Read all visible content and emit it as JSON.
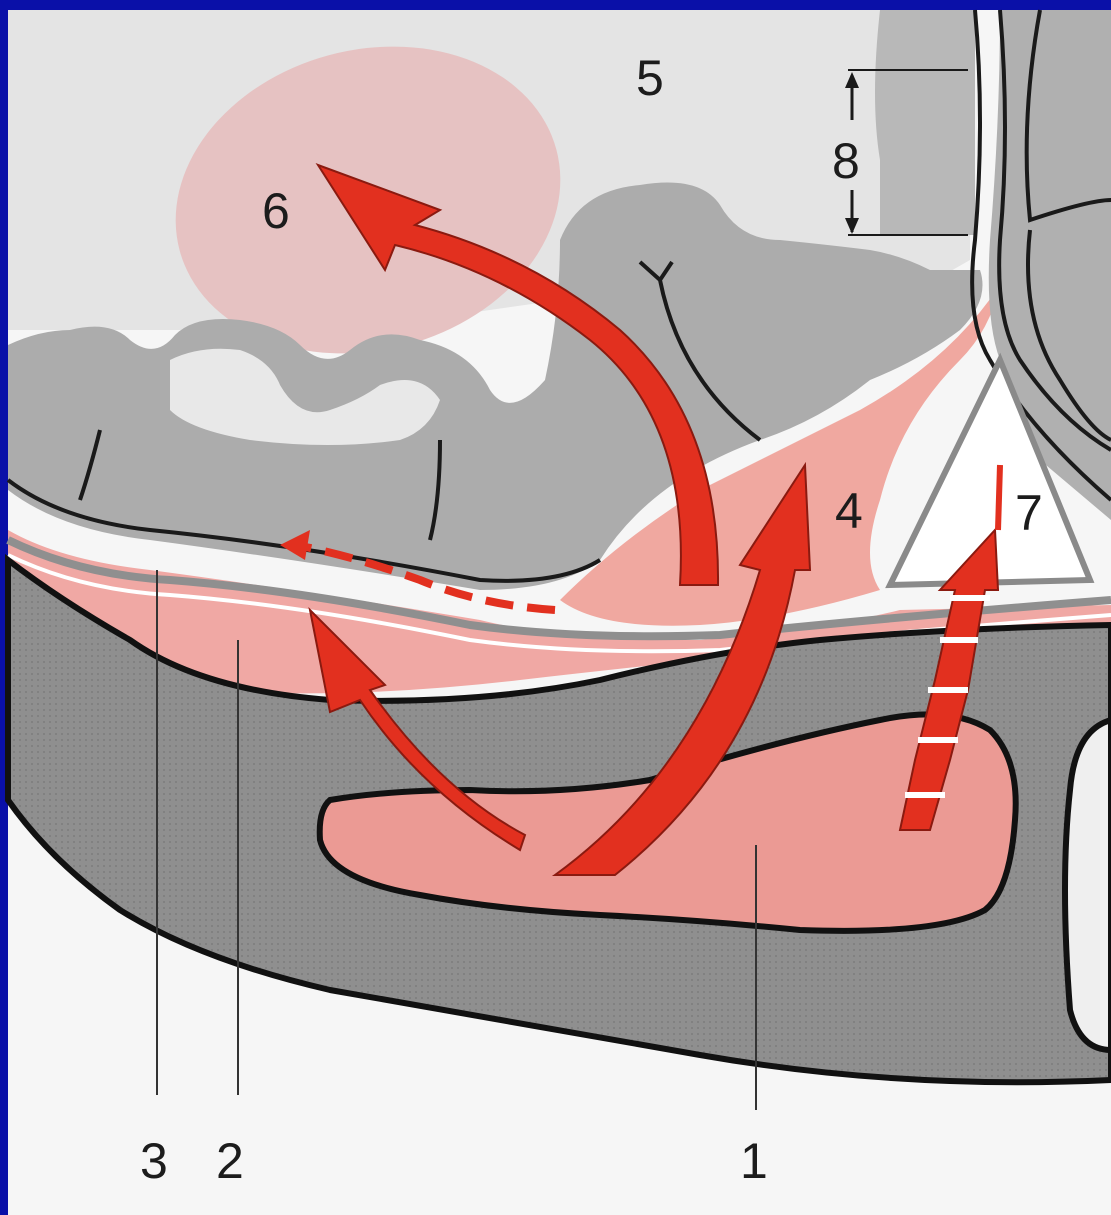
{
  "diagram": {
    "labels": {
      "l1": "1",
      "l2": "2",
      "l3": "3",
      "l4": "4",
      "l5": "5",
      "l6": "6",
      "l7": "7",
      "l8": "8"
    }
  },
  "colors": {
    "border": "#0a10a8",
    "page": "#f4f4f4",
    "mesentery": "#e3e3e3",
    "bowel": "#aeaeae",
    "tissue": "#8a8a8a",
    "pink": "#f0a09a",
    "arrow": "#e2301f",
    "mass": "#e5c3c3"
  }
}
